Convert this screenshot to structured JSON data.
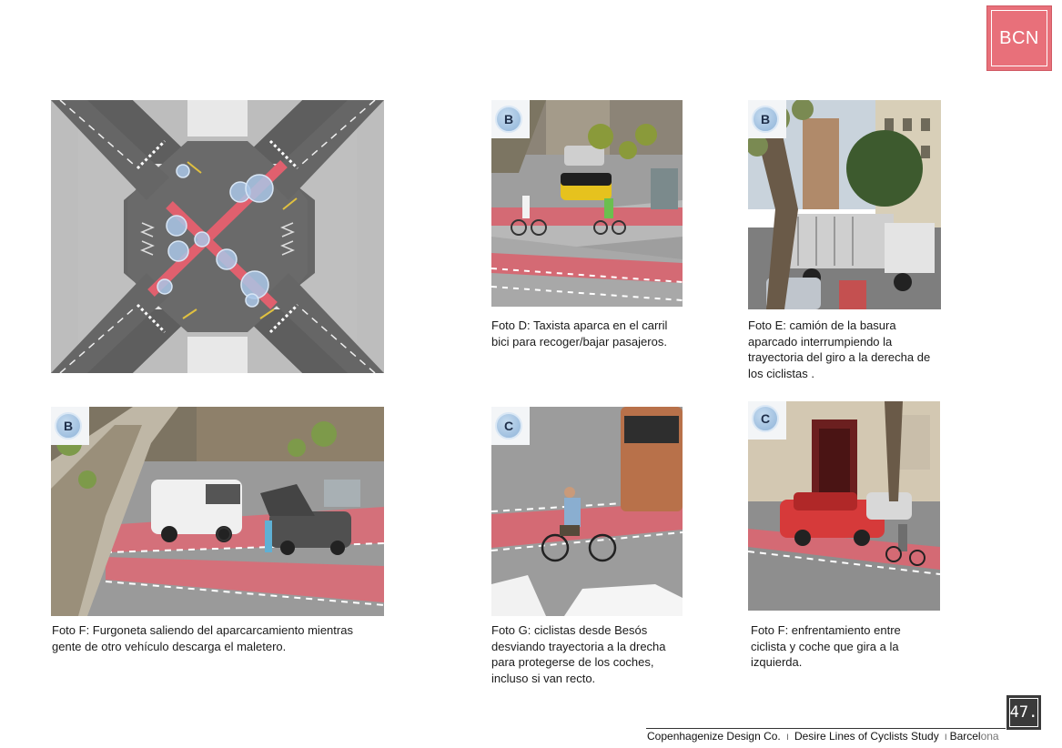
{
  "logo": {
    "text": "BCN",
    "color": "#e8707a"
  },
  "photos": {
    "d": {
      "badge": "B",
      "caption": "Foto D: Taxista aparca en el carril bici para recoger/bajar pasajeros."
    },
    "e": {
      "badge": "B",
      "caption": "Foto E: camión de la basura aparcado interrumpiendo la trayectoria del giro a la derecha de los ciclistas ."
    },
    "f1": {
      "badge": "B",
      "caption": "Foto F: Furgoneta saliendo del aparcarcamiento mientras gente de otro vehículo descarga el maletero."
    },
    "g": {
      "badge": "C",
      "caption": "Foto G: ciclistas desde Besós desviando trayectoria a la drecha para protegerse de los coches, incluso si van recto."
    },
    "f2": {
      "badge": "C",
      "caption": "Foto F: enfrentamiento entre ciclista y coche que gira a la izquierda."
    }
  },
  "footer": {
    "org": "Copenhagenize Design Co.",
    "separator": "I",
    "study": "Desire Lines of Cyclists Study",
    "city_bold": "Barcel",
    "city_light": "ona"
  },
  "page_number": "47.",
  "colors": {
    "bike_lane": "#e0606e",
    "road": "#6b6b6b",
    "sidewalk": "#d9d9d9",
    "badge": "#8fb3d8"
  }
}
